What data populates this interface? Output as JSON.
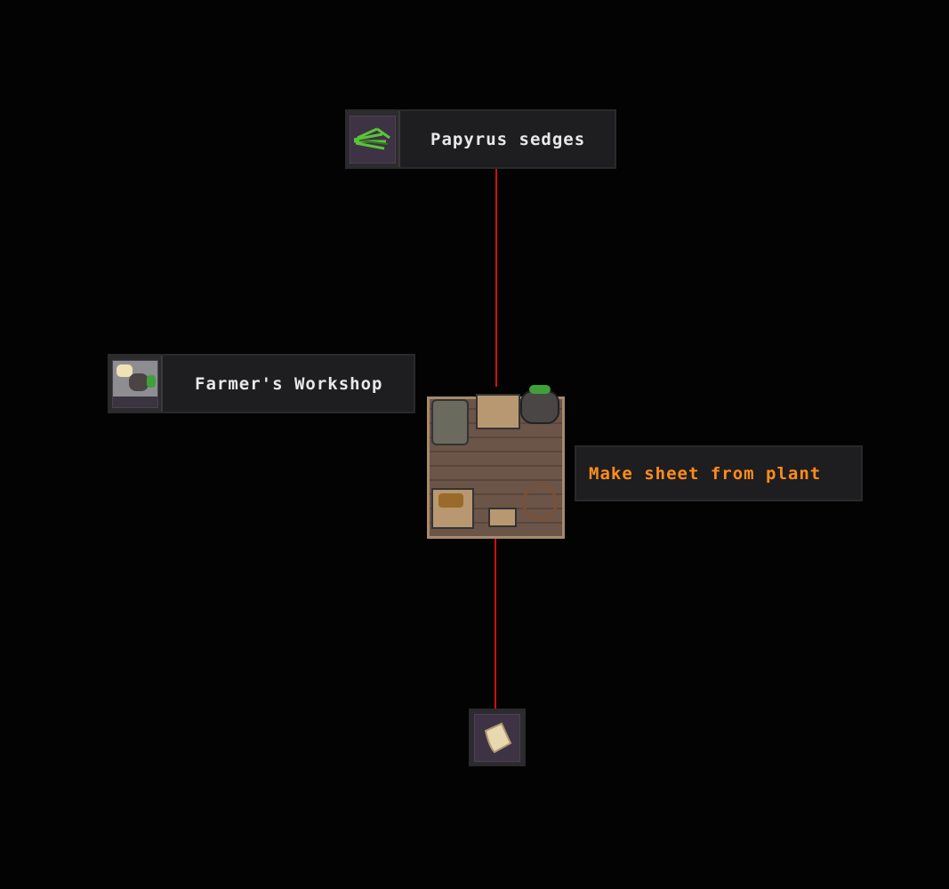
{
  "nodes": {
    "input": {
      "label": "Papyrus sedges",
      "icon": "papyrus-sedges-icon"
    },
    "workshop": {
      "label": "Farmer's Workshop",
      "icon": "farmers-workshop-icon"
    },
    "reaction": {
      "label": "Make sheet from plant"
    },
    "output": {
      "icon": "paper-sheet-icon"
    }
  },
  "colors": {
    "connector": "#d01010",
    "reaction_text": "#ff8c1a"
  }
}
